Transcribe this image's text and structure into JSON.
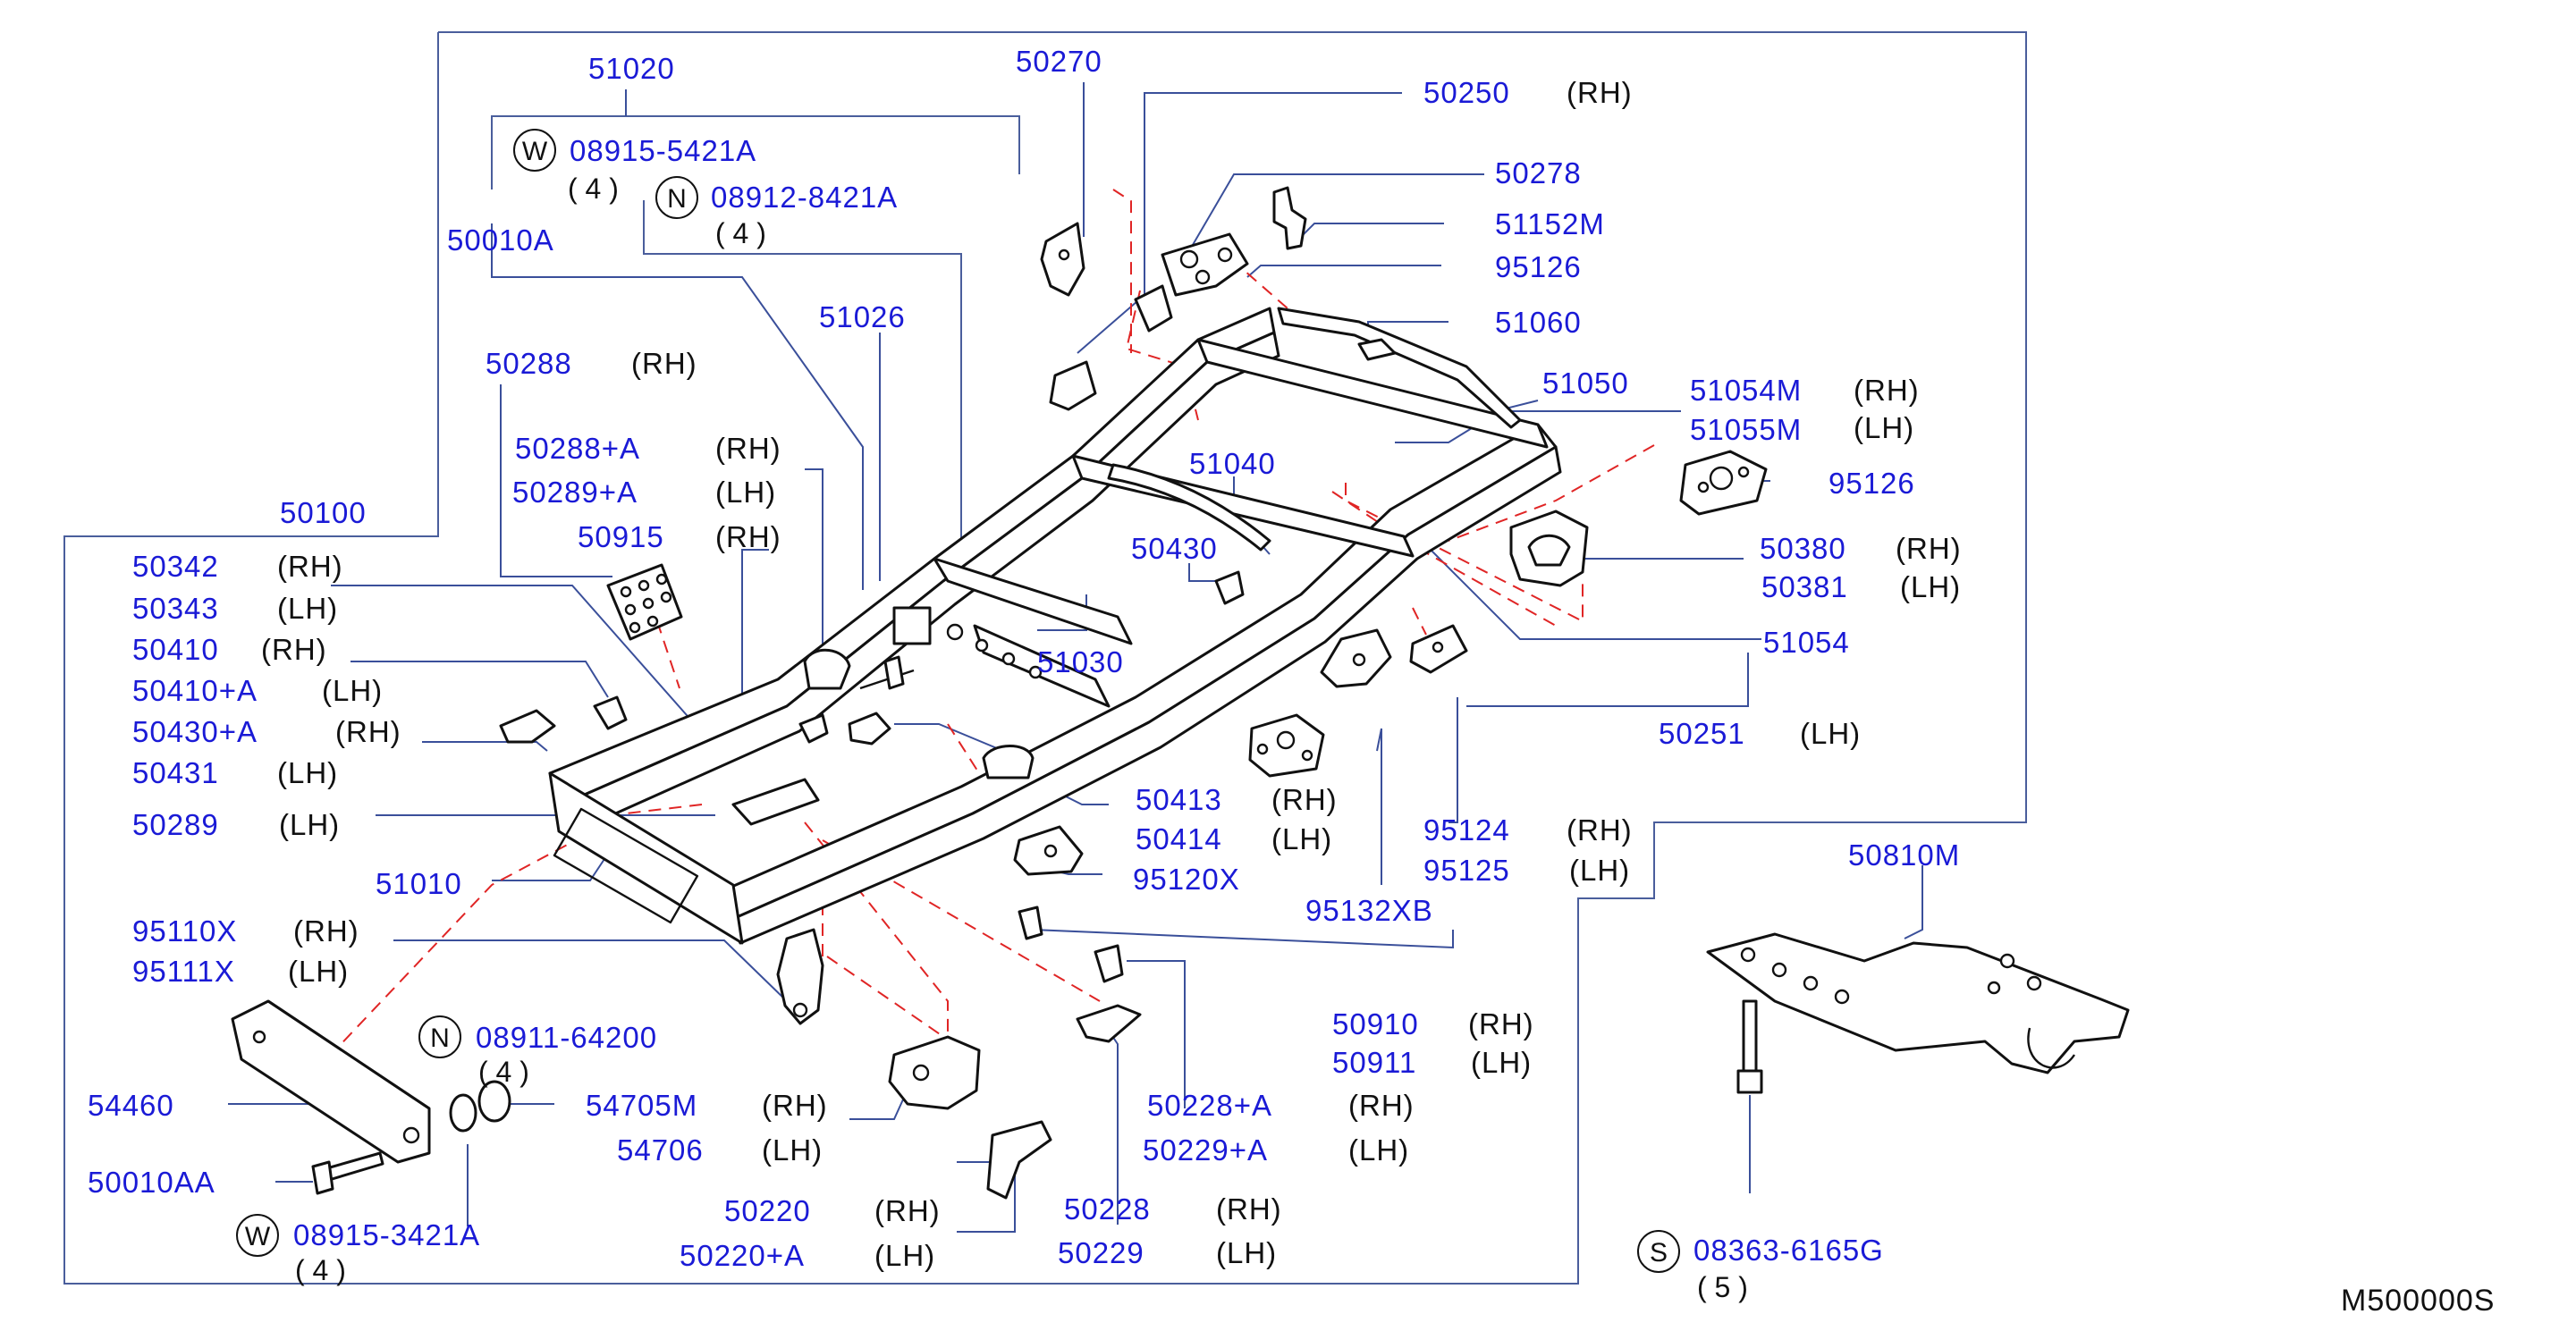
{
  "diagram": {
    "footer_code": "M500000S",
    "labels": {
      "p51020": "51020",
      "p50270": "50270",
      "p50250": "50250",
      "p50250_side": "(RH)",
      "p08915_5421A": "08915-5421A",
      "p08915_5421A_qty": "( 4 )",
      "p08912_8421A": "08912-8421A",
      "p08912_8421A_qty": "( 4 )",
      "p50278": "50278",
      "p51152M": "51152M",
      "p95126_top": "95126",
      "p50010A": "50010A",
      "p51026": "51026",
      "p51060": "51060",
      "p50288": "50288",
      "p50288_side": "(RH)",
      "p51050": "51050",
      "p51054M": "51054M",
      "p51054M_side": "(RH)",
      "p51055M": "51055M",
      "p51055M_side": "(LH)",
      "p50288A": "50288+A",
      "p50288A_side": "(RH)",
      "p51040": "51040",
      "p95126_right": "95126",
      "p50289A": "50289+A",
      "p50289A_side": "(LH)",
      "p50100": "50100",
      "p50915": "50915",
      "p50915_side": "(RH)",
      "p50430": "50430",
      "p50380": "50380",
      "p50380_side": "(RH)",
      "p50342": "50342",
      "p50342_side": "(RH)",
      "p50381": "50381",
      "p50381_side": "(LH)",
      "p50343": "50343",
      "p50343_side": "(LH)",
      "p51054": "51054",
      "p50410": "50410",
      "p50410_side": "(RH)",
      "p51030": "51030",
      "p50410A": "50410+A",
      "p50410A_side": "(LH)",
      "p50430A": "50430+A",
      "p50430A_side": "(RH)",
      "p50251": "50251",
      "p50251_side": "(LH)",
      "p50431": "50431",
      "p50431_side": "(LH)",
      "p50413": "50413",
      "p50413_side": "(RH)",
      "p50289": "50289",
      "p50289_side": "(LH)",
      "p50414": "50414",
      "p50414_side": "(LH)",
      "p95124": "95124",
      "p95124_side": "(RH)",
      "p95120X": "95120X",
      "p51010": "51010",
      "p95125": "95125",
      "p95125_side": "(LH)",
      "p50810M": "50810M",
      "p95132XB": "95132XB",
      "p95110X": "95110X",
      "p95110X_side": "(RH)",
      "p95111X": "95111X",
      "p95111X_side": "(LH)",
      "p50910": "50910",
      "p50910_side": "(RH)",
      "p08911_64200": "08911-64200",
      "p08911_64200_qty": "( 4 )",
      "p50911": "50911",
      "p50911_side": "(LH)",
      "p54460": "54460",
      "p54705M": "54705M",
      "p54705M_side": "(RH)",
      "p50228A": "50228+A",
      "p50228A_side": "(RH)",
      "p54706": "54706",
      "p54706_side": "(LH)",
      "p50229A": "50229+A",
      "p50229A_side": "(LH)",
      "p50010AA": "50010AA",
      "p50220": "50220",
      "p50220_side": "(RH)",
      "p50228": "50228",
      "p50228_side": "(RH)",
      "p08915_3421A": "08915-3421A",
      "p08915_3421A_qty": "( 4 )",
      "p50220A": "50220+A",
      "p50220A_side": "(LH)",
      "p50229": "50229",
      "p50229_side": "(LH)",
      "p08363_6165G": "08363-6165G",
      "p08363_6165G_qty": "( 5 )"
    },
    "badges": {
      "W": "W",
      "N": "N",
      "S": "S"
    }
  }
}
